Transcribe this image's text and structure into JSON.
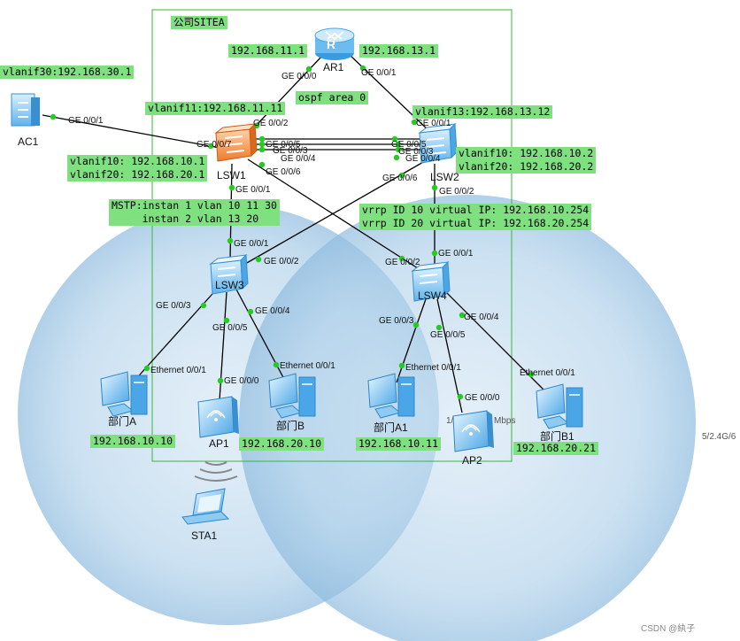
{
  "company_box": {
    "label": "公司SITEA"
  },
  "devices": {
    "ar1": "AR1",
    "ac1": "AC1",
    "lsw1": "LSW1",
    "lsw2": "LSW2",
    "lsw3": "LSW3",
    "lsw4": "LSW4",
    "pc_a": "部门A",
    "pc_b": "部门B",
    "pc_a1": "部门A1",
    "pc_b1": "部门B1",
    "ap1": "AP1",
    "ap2": "AP2",
    "sta1": "STA1"
  },
  "ip_labels": {
    "ar1_left": "192.168.11.1",
    "ar1_right": "192.168.13.1",
    "ac1_vlanif": "vlanif30:192.168.30.1",
    "ospf": "ospf area 0",
    "lsw1_vlanif11": "vlanif11:192.168.11.11",
    "lsw2_vlanif13": "vlanif13:192.168.13.12",
    "lsw1_vlanif": "vlanif10: 192.168.10.1\nvlanif20: 192.168.20.1",
    "lsw2_vlanif": "vlanif10: 192.168.10.2\nvlanif20: 192.168.20.2",
    "mstp": "MSTP:instan 1 vlan 10 11 30\n     instan 2 vlan 13 20",
    "vrrp": "vrrp ID 10 virtual IP: 192.168.10.254\nvrrp ID 20 virtual IP: 192.168.20.254",
    "pc_a_ip": "192.168.10.10",
    "pc_b_ip": "192.168.20.10",
    "pc_a1_ip": "192.168.10.11",
    "pc_b1_ip": "192.168.20.21"
  },
  "ports": {
    "ar1_g000": "GE 0/0/0",
    "ar1_g001": "GE 0/0/1",
    "ac1_g001": "GE 0/0/1",
    "lsw1_g002": "GE 0/0/2",
    "lsw1_g007": "GE 0/0/7",
    "lsw1_g005": "GE 0/0/5",
    "lsw1_g003": "GE 0/0/3",
    "lsw1_g004": "GE 0/0/4",
    "lsw1_g006": "GE 0/0/6",
    "lsw1_g001": "GE 0/0/1",
    "lsw2_g001": "GE 0/0/1",
    "lsw2_g005": "GE 0/0/5",
    "lsw2_g003": "GE 0/0/3",
    "lsw2_g004": "GE 0/0/4",
    "lsw2_g006": "GE 0/0/6",
    "lsw2_g002": "GE 0/0/2",
    "lsw3_g001": "GE 0/0/1",
    "lsw3_g002": "GE 0/0/2",
    "lsw3_g003": "GE 0/0/3",
    "lsw3_g005": "GE 0/0/5",
    "lsw3_g004": "GE 0/0/4",
    "lsw4_g002": "GE 0/0/2",
    "lsw4_g001": "GE 0/0/1",
    "lsw4_g003": "GE 0/0/3",
    "lsw4_g005": "GE 0/0/5",
    "lsw4_g004": "GE 0/0/4",
    "pc_a_eth": "Ethernet 0/0/1",
    "pc_b_eth": "Ethernet 0/0/1",
    "pc_a1_eth": "Ethernet 0/0/1",
    "pc_b1_eth": "Ethernet 0/0/1",
    "ap1_g000": "GE 0/0/0",
    "ap2_g000": "GE 0/0/0"
  },
  "coverage_labels": {
    "ap2_rate_prefix": "1/",
    "ap2_rate_suffix": "Mbps",
    "right_edge": "5/2.4G/6"
  },
  "watermark": "CSDN @紈子",
  "colors": {
    "zone_green": "#33bb33",
    "label_green": "#7fe07f",
    "coverage_blue": "#a9cde8",
    "link": "#000000"
  }
}
